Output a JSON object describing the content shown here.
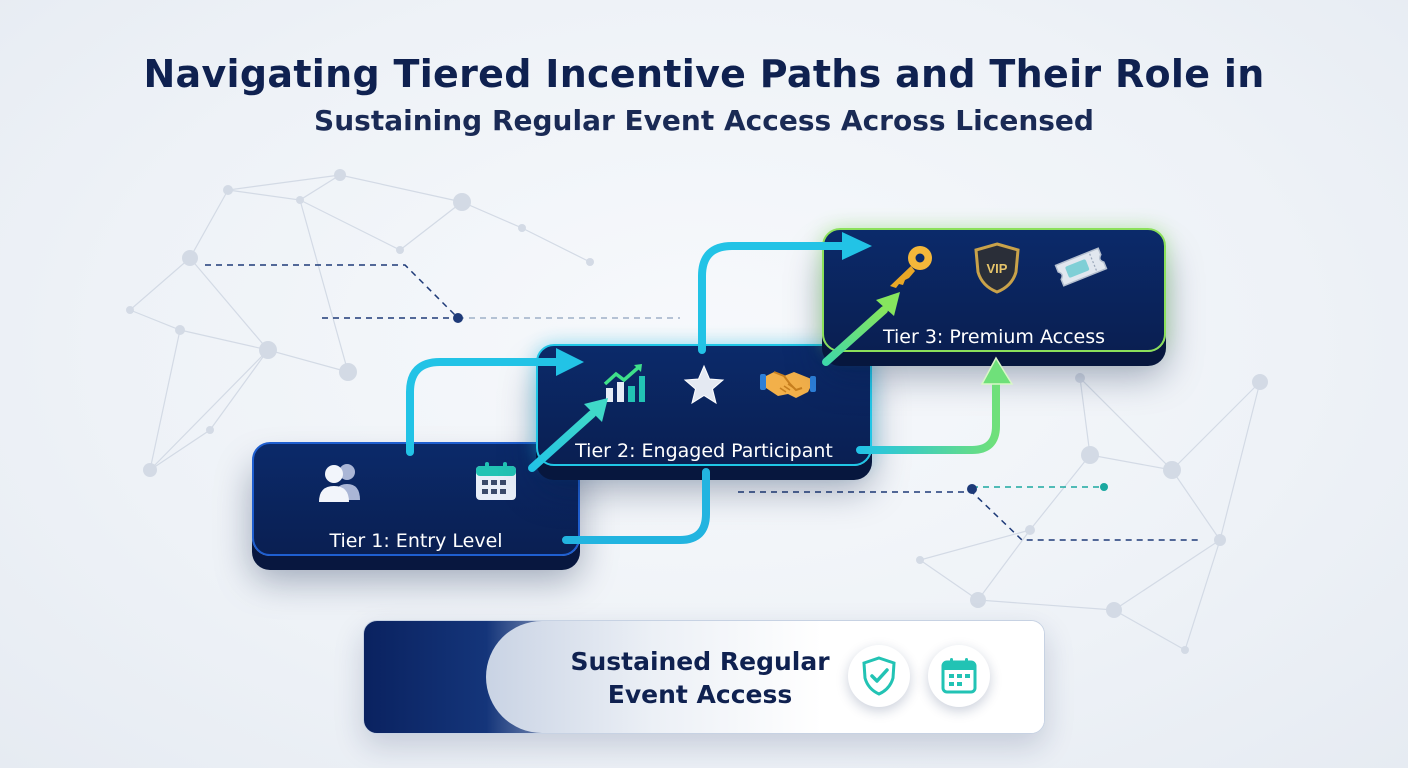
{
  "header": {
    "title": "Navigating Tiered Incentive Paths and Their Role in",
    "subtitle": "Sustaining Regular Event Access Across Licensed"
  },
  "tiers": [
    {
      "label": "Tier 1: Entry Level",
      "icons": [
        "users-icon",
        "calendar-icon"
      ]
    },
    {
      "label": "Tier 2: Engaged Participant",
      "icons": [
        "growth-chart-icon",
        "star-icon",
        "handshake-icon"
      ]
    },
    {
      "label": "Tier 3: Premium Access",
      "icons": [
        "key-icon",
        "vip-shield-icon",
        "ticket-icon"
      ],
      "vip_text": "VIP"
    }
  ],
  "outcome": {
    "label": "Sustained Regular Event Access",
    "icons": [
      "shield-check-icon",
      "calendar-icon"
    ]
  },
  "colors": {
    "navy": "#0b2a6a",
    "cyan": "#22c3e6",
    "green": "#7fe05a",
    "text_dark": "#0f2150"
  }
}
